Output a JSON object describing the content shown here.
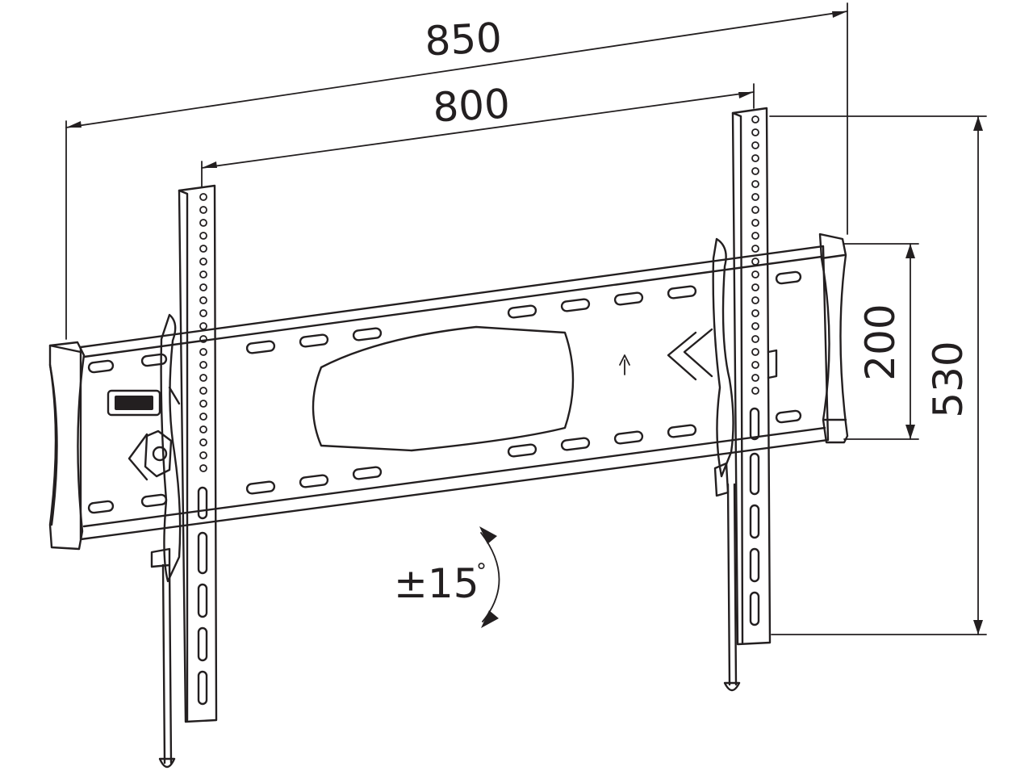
{
  "dimensions": {
    "overall_width": "850",
    "vesa_width": "800",
    "wall_plate_height": "200",
    "bracket_height": "530"
  },
  "tilt": {
    "label": "±15",
    "unit_symbol": "°"
  },
  "colors": {
    "line": "#231f20",
    "background": "#ffffff"
  }
}
